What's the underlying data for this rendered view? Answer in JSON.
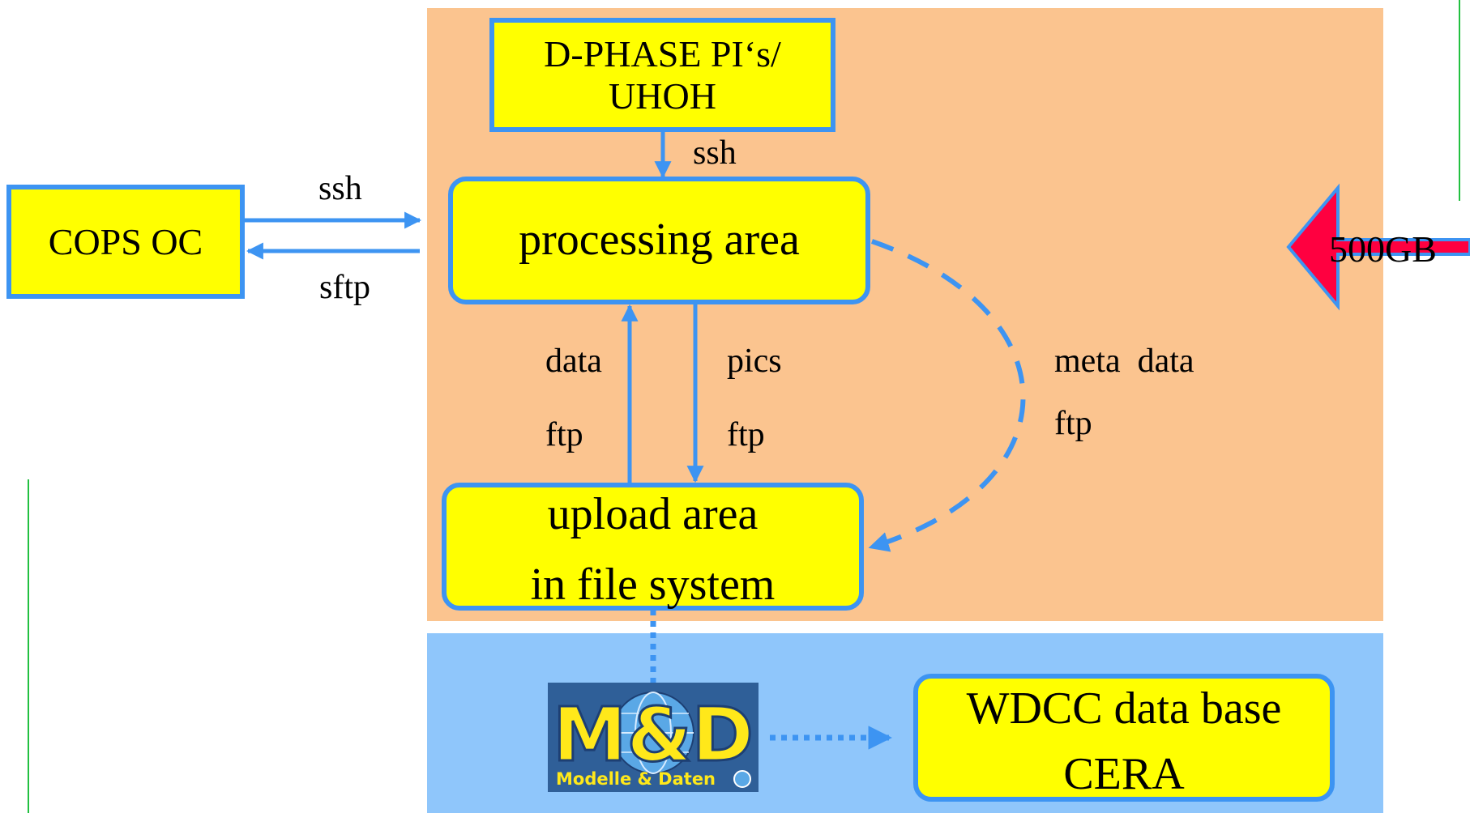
{
  "nodes": {
    "dphase": {
      "line1": "D-PHASE PI‘s/",
      "line2": "UHOH"
    },
    "cops": {
      "label": "COPS OC"
    },
    "processing": {
      "label": "processing area"
    },
    "upload": {
      "line1": "upload area",
      "line2": "in file system"
    },
    "wdcc": {
      "line1": "WDCC data base",
      "line2": "CERA"
    },
    "storage_arrow": {
      "label": "500GB"
    }
  },
  "edge_labels": {
    "dphase_to_processing": "ssh",
    "cops_to_processing": "ssh",
    "processing_to_cops": "sftp",
    "upload_to_processing_1": "data",
    "upload_to_processing_2": "ftp",
    "processing_to_upload_1": "pics",
    "processing_to_upload_2": "ftp",
    "meta_1": "meta  data",
    "meta_2": "ftp"
  },
  "logo": {
    "main": "M&D",
    "sub": "Modelle & Daten"
  },
  "colors": {
    "node_fill": "#ffff00",
    "border_blue": "#3d94f2",
    "zone_orange": "#fbc48f",
    "zone_blue": "#8fc6fb",
    "arrow_red": "#ff0040",
    "green_line": "#22c040"
  }
}
